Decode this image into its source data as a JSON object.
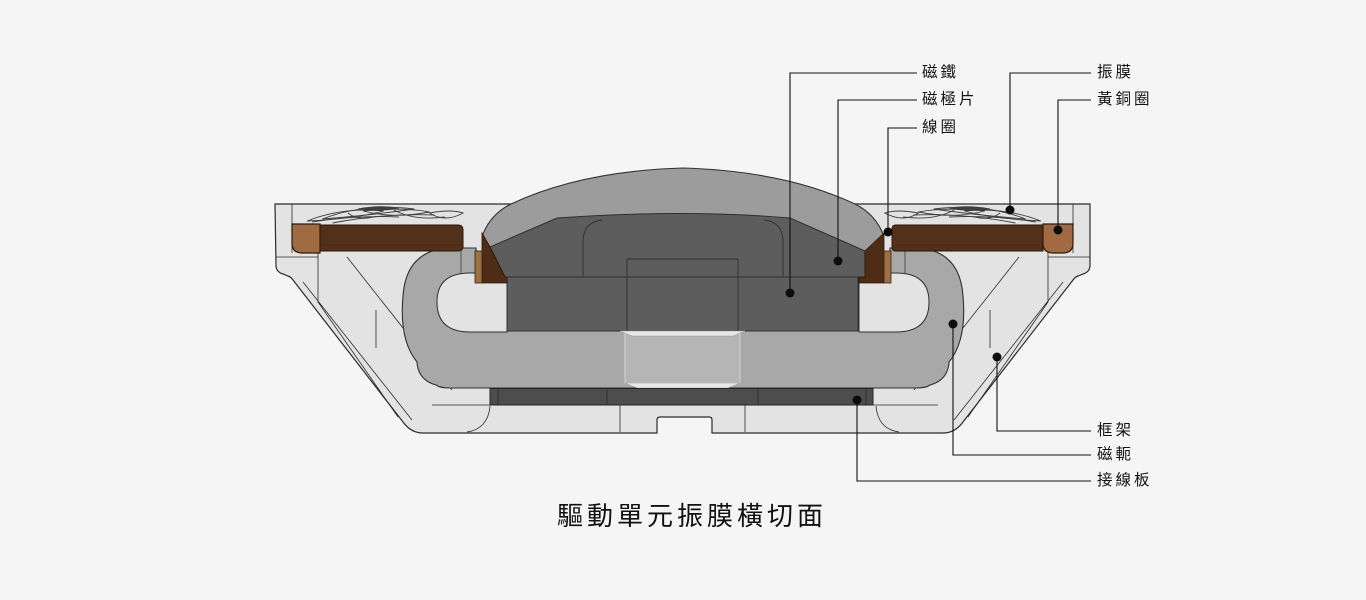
{
  "diagram": {
    "title": "驅動單元振膜橫切面",
    "labels": {
      "magnet": "磁鐵",
      "pole_piece": "磁極片",
      "voice_coil": "線圈",
      "diaphragm": "振膜",
      "brass_ring": "黃銅圈",
      "frame": "框架",
      "yoke": "磁軛",
      "terminal_board": "接線板"
    },
    "colors": {
      "background": "#f5f5f5",
      "frame": "#e3e3e3",
      "yoke": "#a8a8a8",
      "dome": "#9c9c9c",
      "metal_dark": "#5d5d5d",
      "terminal_board": "#4d4d4d",
      "bar_brown": "#53301a",
      "brass": "#a06b42",
      "coil_strip": "#9c6f45",
      "leader_line": "#111111"
    }
  }
}
